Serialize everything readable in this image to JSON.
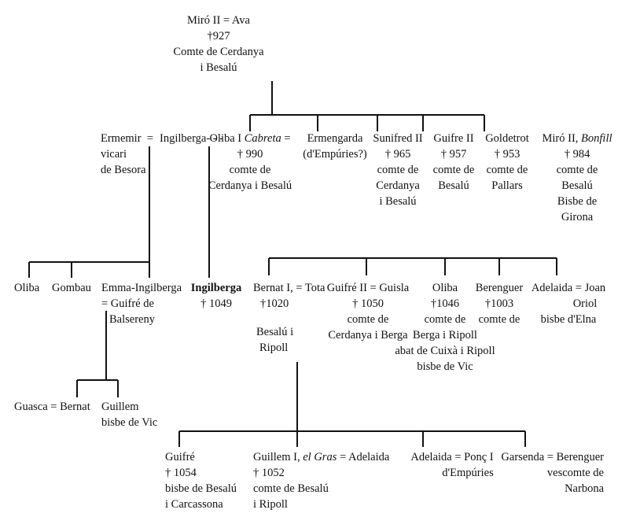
{
  "root": {
    "line1": "Miró II = Ava",
    "line2": "†927",
    "line3": "Comte de Cerdanya",
    "line4": "i Besalú"
  },
  "gen2": {
    "ermemir": {
      "l1": "Ermemir",
      "eq": "=",
      "l2": "vicari",
      "l3": "de Besora"
    },
    "ingilberga": {
      "l1": "Ingilberga",
      "dash": "- - -"
    },
    "oliba_cabreta": {
      "pre": "Oliba I ",
      "epithet": "Cabreta",
      "eq": " =",
      "l2": "† 990",
      "l3": "comte de",
      "l4": "Cerdanya i Besalú"
    },
    "ermengarda": {
      "l1": "Ermengarda",
      "l2": "(d'Empúries?)"
    },
    "sunifred": {
      "l1": "Sunifred II",
      "l2": "† 965",
      "l3": "comte de",
      "l4": "Cerdanya",
      "l5": "i Besalú"
    },
    "guifre2": {
      "l1": "Guifre II",
      "l2": "† 957",
      "l3": "comte de",
      "l4": "Besalú"
    },
    "goldetrot": {
      "l1": "Goldetrot",
      "l2": "† 953",
      "l3": "comte de",
      "l4": "Pallars"
    },
    "miro2": {
      "pre": "Miró II, ",
      "epithet": "Bonfill",
      "l2": "† 984",
      "l3": "comte de",
      "l4": "Besalú",
      "l5": "Bisbe de",
      "l6": "Girona"
    }
  },
  "gen3": {
    "oliba": "Oliba",
    "gombau": "Gombau",
    "emma": {
      "l1": "Emma-Ingilberga",
      "l2": "= Guifré de",
      "l3": "Balsereny"
    },
    "ingilberga_b": {
      "l1": "Ingilberga",
      "l2": "† 1049"
    },
    "bernat": {
      "l1": "Bernat I, = Tota",
      "l2": "†1020",
      "l3": "Besalú i",
      "l4": "Ripoll"
    },
    "guifre_guisla": {
      "l1": "Guifré II = Guisla",
      "l2": "† 1050",
      "l3": "comte de",
      "l4": "Cerdanya i Berga"
    },
    "oliba_abat": {
      "l1": "Oliba",
      "l2": "†1046",
      "l3": "comte de",
      "l4": "Berga i Ripoll",
      "l5": "abat de Cuixà i Ripoll",
      "l6": "bisbe de Vic"
    },
    "berenguer": {
      "l1": "Berenguer",
      "l2": "†1003",
      "l3": "comte de"
    },
    "adelaida": {
      "l1": "Adelaida = Joan",
      "l2": "Oriol",
      "l3": "bisbe d'Elna"
    }
  },
  "gen4a": {
    "guasca": "Guasca = Bernat",
    "guillem": {
      "l1": "Guillem",
      "l2": "bisbe de Vic"
    }
  },
  "gen4b": {
    "guifre": {
      "l1": "Guifré",
      "l2": "† 1054",
      "l3": "bisbe de Besalú",
      "l4": "i Carcassona"
    },
    "guillem_gras": {
      "pre": "Guillem I, ",
      "epithet": "el Gras",
      "post": " = Adelaida",
      "l2": "† 1052",
      "l3": "comte de Besalú",
      "l4": "i Ripoll"
    },
    "adelaida_ponc": {
      "l1": "Adelaida = Ponç I",
      "l2": "d'Empúries"
    },
    "garsenda": {
      "l1": "Garsenda = Berenguer",
      "l2": "vescomte de",
      "l3": "Narbona"
    }
  }
}
